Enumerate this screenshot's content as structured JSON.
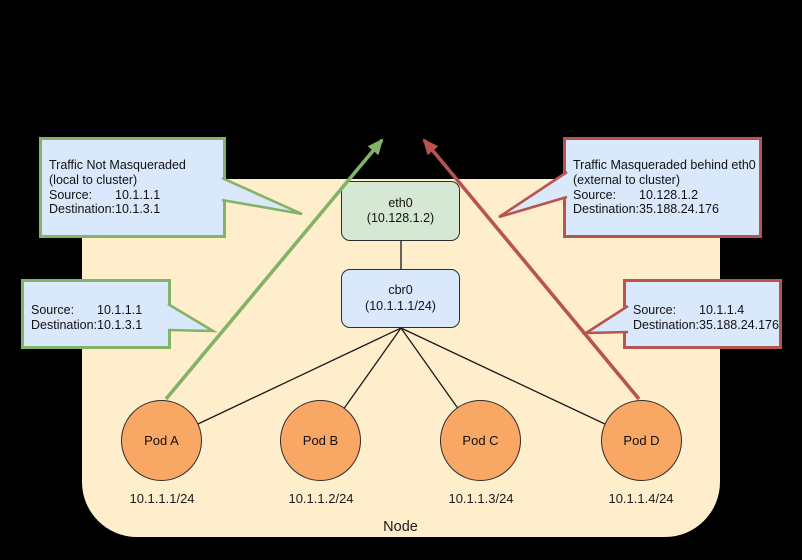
{
  "colors": {
    "background": "#000000",
    "node_fill": "#ffeecb",
    "eth0_fill": "#d5e8d4",
    "cbr0_fill": "#dae8fc",
    "pod_fill": "#f8a765",
    "callout_fill": "#dae8fc",
    "local_traffic_green": "#82b366",
    "masqueraded_traffic_red": "#b85450"
  },
  "node": {
    "label": "Node",
    "interfaces": [
      {
        "name": "eth0",
        "address": "(10.128.1.2)"
      },
      {
        "name": "cbr0",
        "address": "(10.1.1.1/24)"
      }
    ],
    "pods": [
      {
        "name": "Pod A",
        "cidr": "10.1.1.1/24"
      },
      {
        "name": "Pod B",
        "cidr": "10.1.1.2/24"
      },
      {
        "name": "Pod C",
        "cidr": "10.1.1.3/24"
      },
      {
        "name": "Pod D",
        "cidr": "10.1.1.4/24"
      }
    ]
  },
  "callouts": {
    "top_left": {
      "line1": "Traffic Not Masqueraded",
      "line2": "(local to cluster)",
      "rows": [
        {
          "label": "Source:",
          "value": "10.1.1.1"
        },
        {
          "label": "Destination:",
          "value": "10.1.3.1"
        }
      ]
    },
    "top_right": {
      "line1": "Traffic Masqueraded behind eth0",
      "line2": "(external to cluster)",
      "rows": [
        {
          "label": "Source:",
          "value": "10.128.1.2"
        },
        {
          "label": "Destination:",
          "value": "35.188.24.176"
        }
      ]
    },
    "bottom_left": {
      "rows": [
        {
          "label": "Source:",
          "value": "10.1.1.1"
        },
        {
          "label": "Destination:",
          "value": "10.1.3.1"
        }
      ]
    },
    "bottom_right": {
      "rows": [
        {
          "label": "Source:",
          "value": "10.1.1.4"
        },
        {
          "label": "Destination:",
          "value": "35.188.24.176"
        }
      ]
    }
  }
}
